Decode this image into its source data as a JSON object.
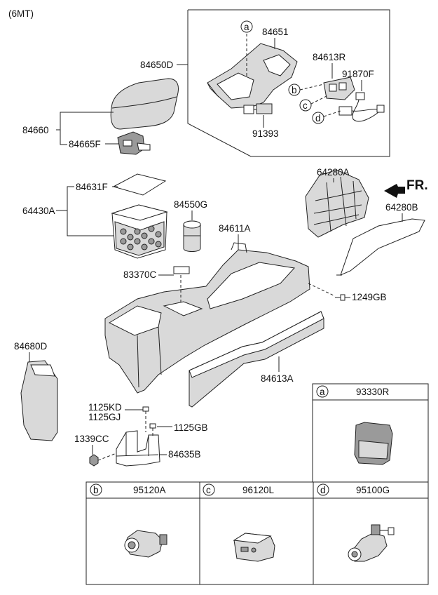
{
  "variant": "(6MT)",
  "parts": {
    "p84651": "84651",
    "p84650D": "84650D",
    "p84613R": "84613R",
    "p91870F": "91870F",
    "p91393": "91393",
    "p84660": "84660",
    "p84665F": "84665F",
    "p84631F": "84631F",
    "p64430A": "64430A",
    "p84550G": "84550G",
    "p84611A": "84611A",
    "p64280A": "64280A",
    "p64280B": "64280B",
    "p83370C": "83370C",
    "p1249GB": "1249GB",
    "p84680D": "84680D",
    "p84613A": "84613A",
    "p1125KD": "1125KD",
    "p1125GJ": "1125GJ",
    "p1125GB": "1125GB",
    "p1339CC": "1339CC",
    "p84635B": "84635B"
  },
  "direction_label": "FR.",
  "callouts": {
    "a": "a",
    "b": "b",
    "c": "c",
    "d": "d"
  },
  "legend": {
    "a": {
      "letter": "a",
      "part": "93330R"
    },
    "b": {
      "letter": "b",
      "part": "95120A"
    },
    "c": {
      "letter": "c",
      "part": "96120L"
    },
    "d": {
      "letter": "d",
      "part": "95100G"
    }
  }
}
